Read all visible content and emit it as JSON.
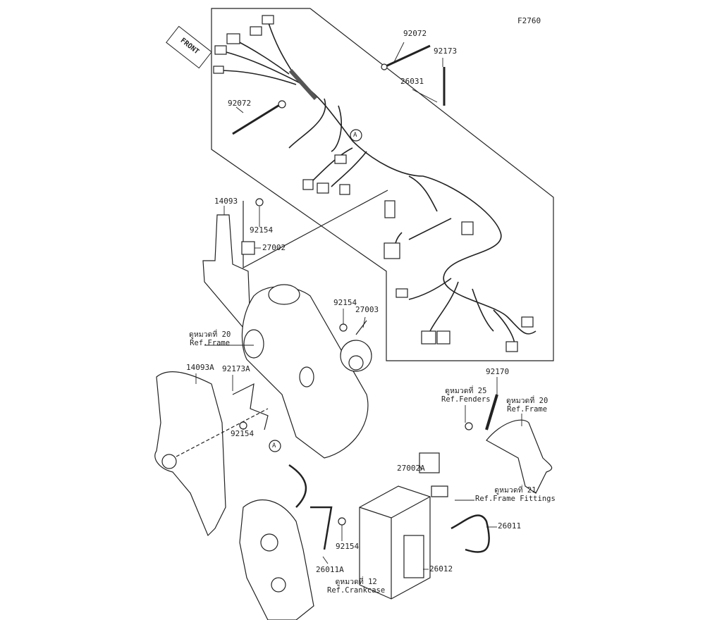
{
  "figure_code": "F2760",
  "front_label": "FRONT",
  "parts": {
    "p92072_top": "92072",
    "p92173": "92173",
    "p26031": "26031",
    "p92072_left": "92072",
    "p14093": "14093",
    "p92154_a": "92154",
    "p27002": "27002",
    "p92154_b": "92154",
    "p27003": "27003",
    "p14093A": "14093A",
    "p92173A": "92173A",
    "p92170": "92170",
    "p92154_c": "92154",
    "p27002A": "27002A",
    "p26011": "26011",
    "p92154_d": "92154",
    "p26011A": "26011A",
    "p26012": "26012"
  },
  "callout": "A",
  "refs": {
    "frame_left": {
      "thai": "ดูหมวดที่ 20",
      "text": "Ref.Frame"
    },
    "fenders": {
      "thai": "ดูหมวดที่ 25",
      "text": "Ref.Fenders"
    },
    "frame_right": {
      "thai": "ดูหมวดที่ 20",
      "text": "Ref.Frame"
    },
    "frame_fittings": {
      "thai": "ดูหมวดที่ 21",
      "text": "Ref.Frame Fittings"
    },
    "crankcase": {
      "thai": "ดูหมวดที่ 12",
      "text": "Ref.Crankcase"
    }
  }
}
